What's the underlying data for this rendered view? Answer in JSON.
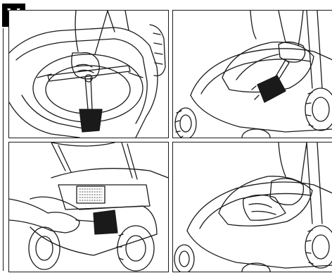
{
  "step_label": "V",
  "panels": [
    {
      "illustration": "cleaning-grass-box-brush"
    },
    {
      "illustration": "brushing-mower-housing"
    },
    {
      "illustration": "brushing-rear-underside"
    },
    {
      "illustration": "wiping-mower-cloth"
    }
  ],
  "colors": {
    "ink": "#1a1a1a",
    "paper": "#ffffff",
    "badge": "#000000"
  }
}
